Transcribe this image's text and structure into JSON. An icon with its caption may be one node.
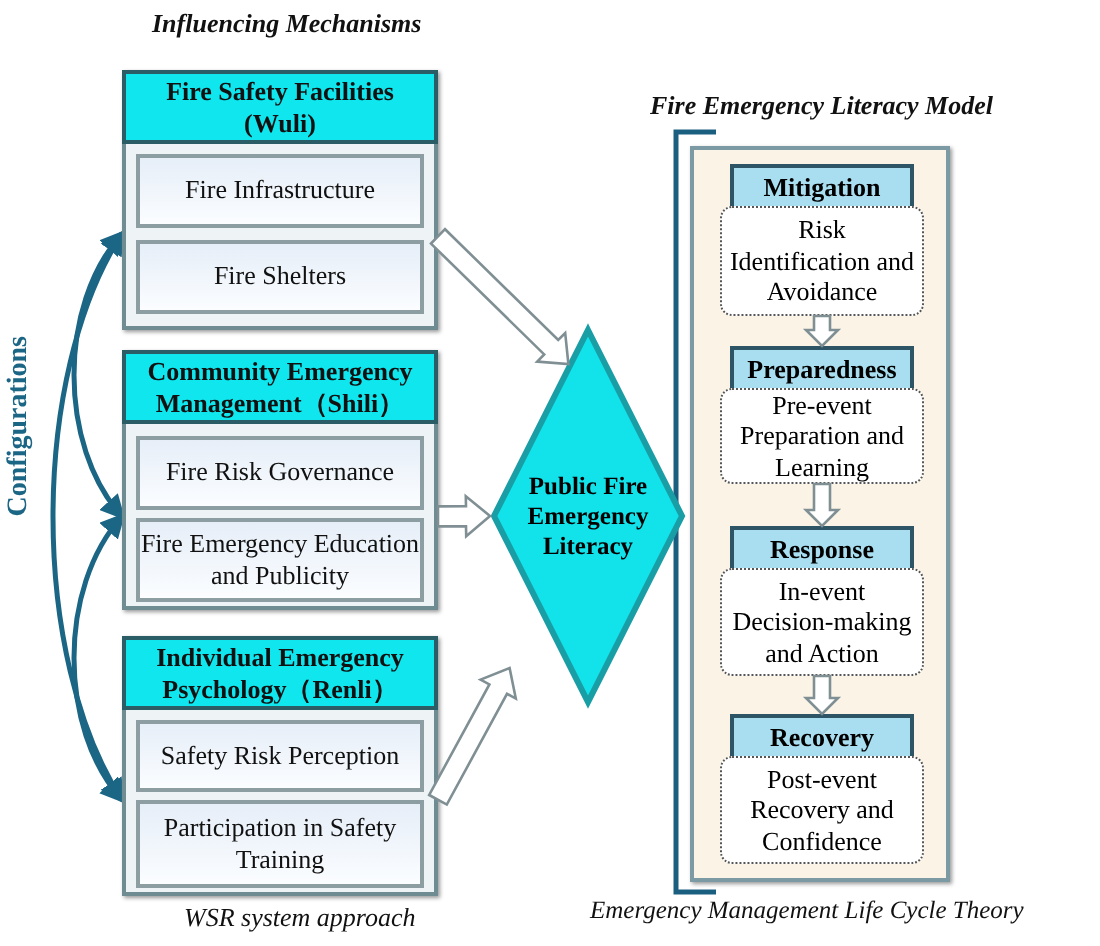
{
  "diagram": {
    "nodes": [
      {
        "text": [
          "Fire Safety Facilities (Wuli)"
        ]
      },
      {
        "text": [
          "Fire Infrastructure"
        ],
        "in": 0
      },
      {
        "text": [
          "Fire Shelters"
        ],
        "in": 0
      },
      {
        "text": [
          "Community Emergency Management（Shili）"
        ]
      },
      {
        "text": [
          "Fire Risk Governance"
        ],
        "in": 3
      },
      {
        "text": [
          "Fire Emergency Education and Publicity"
        ],
        "in": 3
      },
      {
        "text": [
          "Individual Emergency Psychology（Renli）"
        ]
      },
      {
        "text": [
          "Safety Risk Perception"
        ],
        "in": 6
      },
      {
        "text": [
          "Participation in Safety Training"
        ],
        "in": 6
      },
      {
        "text": [
          "Public Fire Emergency Literacy"
        ]
      },
      {
        "text": [
          "Fire Emergency Literacy Model"
        ],
        "beside": [
          "Emergency Management Life Cycle Theory"
        ]
      },
      {
        "text": [
          "Mitigation"
        ],
        "in": 10
      },
      {
        "text": [
          "Risk Identification and Avoidance"
        ],
        "in": 10
      },
      {
        "text": [
          "Preparedness"
        ],
        "in": 10
      },
      {
        "text": [
          "Pre-event Preparation and Learning"
        ],
        "in": 10
      },
      {
        "text": [
          "Response"
        ],
        "in": 10
      },
      {
        "text": [
          "In-event Decision-making and Action"
        ],
        "in": 10
      },
      {
        "text": [
          "Recovery"
        ],
        "in": 10
      },
      {
        "text": [
          "Post-event Recovery and Confidence"
        ],
        "in": 10
      }
    ],
    "edges": [
      {
        "from": 0,
        "to": 9,
        "arrow": "to"
      },
      {
        "from": 3,
        "to": 9,
        "arrow": "to"
      },
      {
        "from": 6,
        "to": 9,
        "arrow": "to"
      },
      {
        "from": 12,
        "to": 13,
        "arrow": "to"
      },
      {
        "from": 14,
        "to": 15,
        "arrow": "to"
      },
      {
        "from": 16,
        "to": 17,
        "arrow": "to"
      },
      {
        "from": 0,
        "to": 3,
        "arrow": "both",
        "color": "#1b6585"
      },
      {
        "from": 0,
        "to": 6,
        "arrow": "both",
        "color": "#1b6585"
      },
      {
        "from": 3,
        "to": 6,
        "arrow": "both",
        "color": "#1b6585"
      }
    ],
    "labels": [
      "Influencing Mechanisms",
      "Configurations",
      "WSR system approach"
    ]
  }
}
